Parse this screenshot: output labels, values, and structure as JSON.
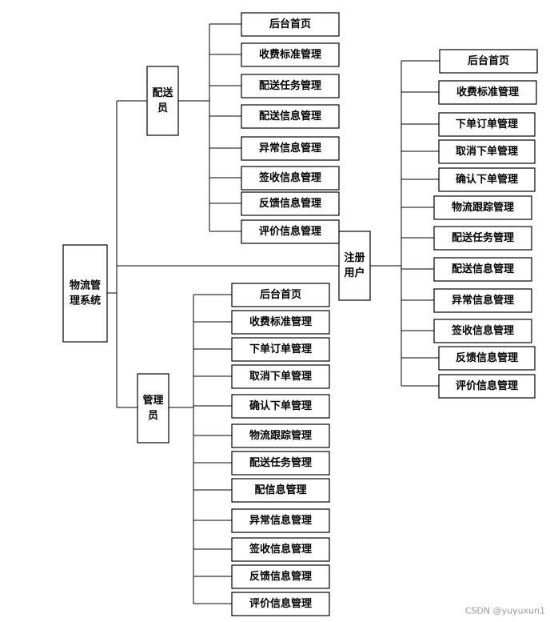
{
  "diagram": {
    "root": {
      "lines": [
        "物流管",
        "理系统"
      ]
    },
    "roles": {
      "deliverer": {
        "lines": [
          "配送",
          "员"
        ]
      },
      "admin": {
        "lines": [
          "管理",
          "员"
        ]
      },
      "user": {
        "lines": [
          "注册",
          "用户"
        ]
      }
    },
    "deliverer_items": [
      "后台首页",
      "收费标准管理",
      "配送任务管理",
      "配送信息管理",
      "异常信息管理",
      "签收信息管理",
      "反馈信息管理",
      "评价信息管理"
    ],
    "admin_items": [
      "后台首页",
      "收费标准管理",
      "下单订单管理",
      "取消下单管理",
      "确认下单管理",
      "物流跟踪管理",
      "配送任务管理",
      "配信息管理",
      "异常信息管理",
      "签收信息管理",
      "反馈信息管理",
      "评价信息管理"
    ],
    "user_items": [
      "后台首页",
      "收费标准管理",
      "下单订单管理",
      "取消下单管理",
      "确认下单管理",
      "物流跟踪管理",
      "配送任务管理",
      "配送信息管理",
      "异常信息管理",
      "签收信息管理",
      "反馈信息管理",
      "评价信息管理"
    ]
  },
  "watermark": "CSDN @yuyuxun1"
}
